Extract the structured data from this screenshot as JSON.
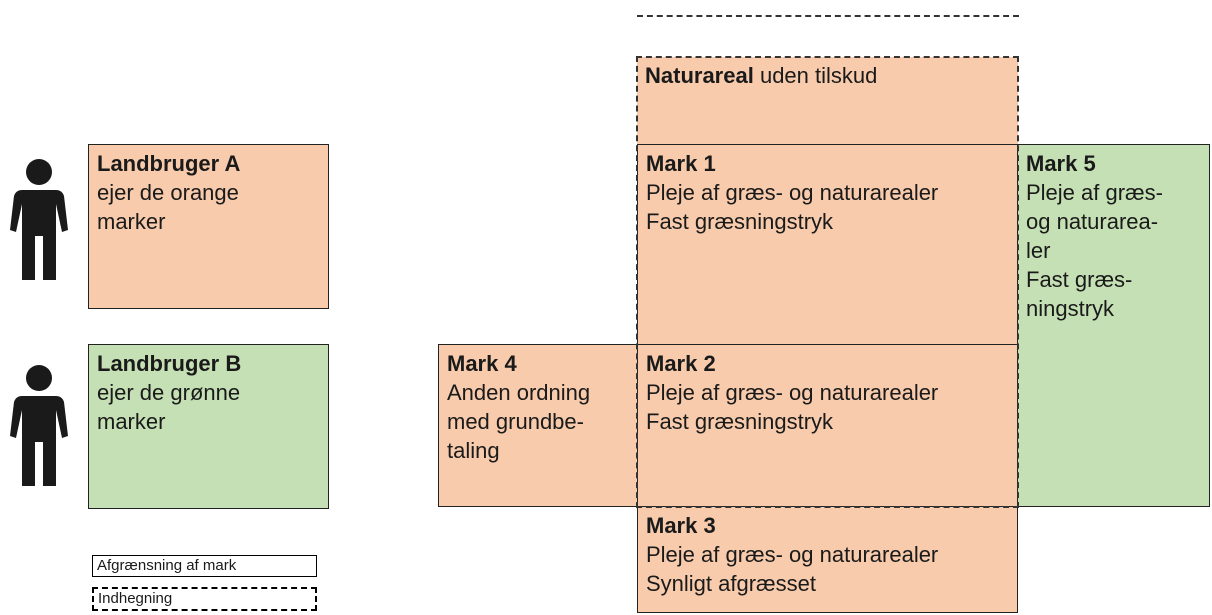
{
  "colors": {
    "orange": "#f7cbac",
    "green": "#c5e0b4",
    "person": "#1a1a1a"
  },
  "icons": {
    "person": "person-icon"
  },
  "owners": [
    {
      "title": "Landbruger A",
      "lines": [
        "ejer de orange",
        "marker"
      ]
    },
    {
      "title": "Landbruger B",
      "lines": [
        "ejer de grønne",
        "marker"
      ]
    }
  ],
  "fields": {
    "natureal": {
      "title": "Naturareal",
      "suffix": " uden tilskud"
    },
    "mark1": {
      "title": "Mark 1",
      "lines": [
        "Pleje af græs- og naturarealer",
        "Fast græsningstryk"
      ]
    },
    "mark2": {
      "title": "Mark 2",
      "lines": [
        "Pleje af græs- og naturarealer",
        "Fast græsningstryk"
      ]
    },
    "mark3": {
      "title": "Mark 3",
      "lines": [
        "Pleje af græs- og naturarealer",
        "Synligt afgræsset"
      ]
    },
    "mark4": {
      "title": "Mark 4",
      "lines": [
        "Anden ordning",
        "med grundbe-",
        "taling"
      ]
    },
    "mark5": {
      "title": "Mark 5",
      "lines": [
        "Pleje af græs-",
        "og naturarea-",
        "ler",
        "Fast græs-",
        "ningstryk"
      ]
    }
  },
  "legend": {
    "field_border": "Afgrænsning af mark",
    "fence": "Indhegning"
  }
}
